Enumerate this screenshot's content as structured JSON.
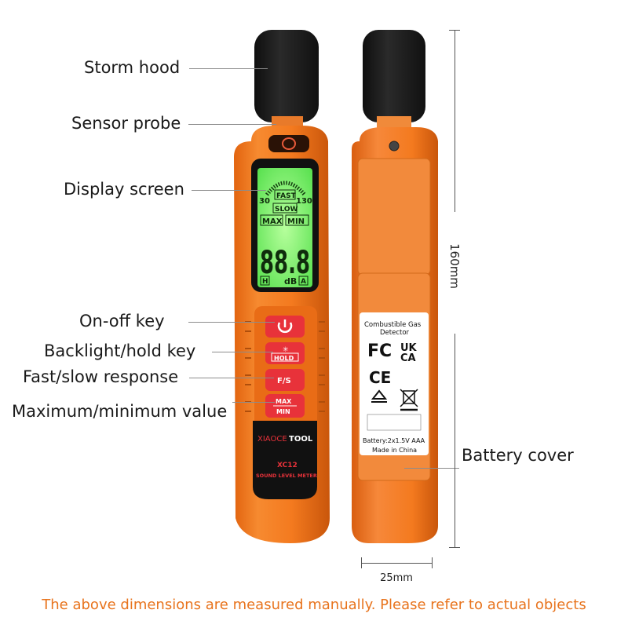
{
  "callouts": {
    "storm_hood": "Storm hood",
    "sensor_probe": "Sensor probe",
    "display_screen": "Display screen",
    "on_off_key": "On-off key",
    "backlight_hold_key": "Backlight/hold key",
    "fast_slow": "Fast/slow response",
    "max_min": "Maximum/minimum value",
    "battery_cover": "Battery cover"
  },
  "dimensions": {
    "height": "160mm",
    "width": "25mm"
  },
  "footer": "The above dimensions are measured manually. Please refer to actual objects",
  "display": {
    "range_low": "30",
    "range_high": "130",
    "fast": "FAST",
    "slow": "SLOW",
    "max": "MAX",
    "min": "MIN",
    "reading": "88.8",
    "hold_indicator": "H",
    "unit": "dB",
    "weighting": "A"
  },
  "buttons": {
    "hold": "HOLD",
    "fs": "F/S",
    "max": "MAX",
    "min": "MIN"
  },
  "front_branding": {
    "brand_prefix": "XIAOCE",
    "brand_suffix": "TOOL",
    "model": "XC12",
    "product": "SOUND LEVEL METER"
  },
  "back_label": {
    "title_line1": "Combustible Gas",
    "title_line2": "Detector",
    "fc": "FC",
    "ukca_top": "UK",
    "ukca_bottom": "CA",
    "ce": "CE",
    "battery": "Battery:2x1.5V AAA",
    "made_in": "Made in China"
  },
  "colors": {
    "body_orange": "#f47a1f",
    "body_orange_dark": "#d9600e",
    "hood_black": "#1c1c1c",
    "lcd_green": "#7ef07a",
    "button_red": "#e8323a",
    "footer_orange": "#e8741e"
  }
}
